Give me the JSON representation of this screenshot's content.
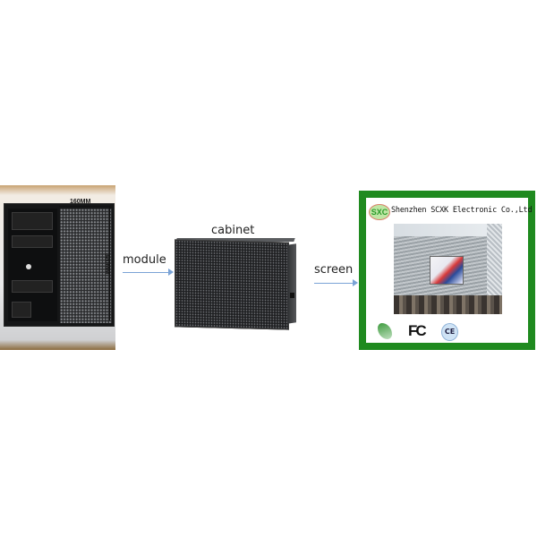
{
  "steps": [
    {
      "label": "module",
      "dimension_width": "160MM",
      "dimension_height": "320MM"
    },
    {
      "label": "cabinet"
    },
    {
      "label": "screen"
    }
  ],
  "screen_card": {
    "logo_text": "SXC",
    "company": "Shenzhen SCXK Electronic Co.,Ltd",
    "certifications": [
      "RoHS",
      "FC",
      "CE"
    ],
    "frame_color": "#1f8a1f"
  },
  "arrow_color": "#7aa3d6"
}
